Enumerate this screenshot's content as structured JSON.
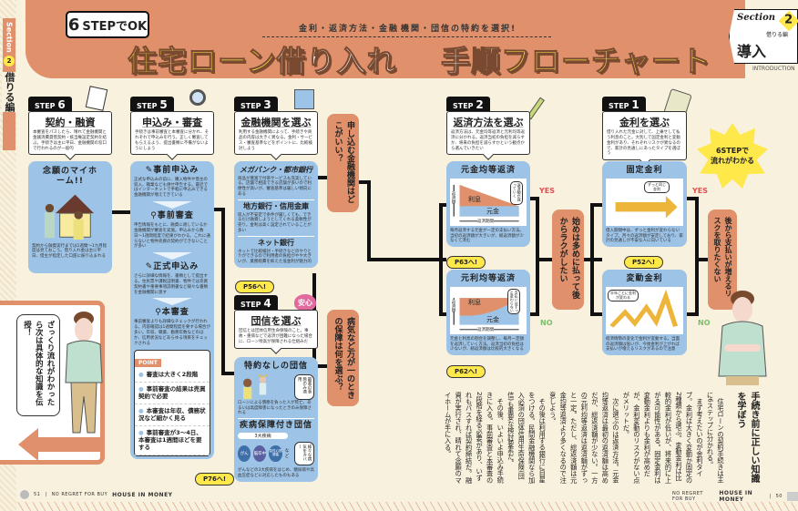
{
  "side_tab": {
    "section": "Section",
    "number": "2",
    "label": "借りる編"
  },
  "header": {
    "badge_num": "6",
    "badge_text": "STEPでOK",
    "subtitle_left": "金利・返済方法・金融",
    "subtitle_right": "機関・団信の特約を選択!",
    "title_left_highlight": "住宅ローン",
    "title_left": "借り入れ",
    "title_right": "手順",
    "title_right_highlight": "フローチャート",
    "section_badge": {
      "label": "Section",
      "number": "2",
      "sub": "借りる編",
      "title": "導入",
      "en": "INTRODUCTION"
    }
  },
  "star": {
    "line1": "6STEPで",
    "line2": "流れがわかる"
  },
  "steps": [
    {
      "tab": "STEP",
      "num": "6",
      "title": "契約・融資",
      "desc": "本審査をパスしたら、晴れて金融機関と金銭消費貸借契約・抵当権設定契約を結ぶ。手続きは主に平日、金融機関の窓口で行われるのが一般的",
      "card_title": "念願のマイホーム!!",
      "card_text": "契約から融資実行までは1週間〜1カ月程度は見ておこう。借り入れ金は主に平日、借主が指定した口座に振り込まれる"
    },
    {
      "tab": "STEP",
      "num": "5",
      "title": "申込み・審査",
      "desc": "手続きは事前審査と本審査に分かれ、それぞれで申込みを行う。正しく審査してもらえるよう、提出書類に不備がないようにしよう",
      "stages": [
        {
          "title": "事前申込み",
          "text": "正式な申込みの前に、購入物件や借主の収入、職業なども併せ申告する。最近ではインターネットで手軽に申込みできる金融機関が増えてきている"
        },
        {
          "title": "事前審査",
          "text": "申告情報をもとに、融資に適しているか金融機関が審査を実施。申込みから数日〜1週間程度で結果がわかる。これに通らないと物件売買の契約ができないことが多い"
        },
        {
          "title": "正式申込み",
          "text": "さらに詳細な情報を、書類として提出する。住民票や課税証明書、物件では売買契約書や重要事項説明書など様々な書類を金融機関に渡す"
        },
        {
          "title": "本審査",
          "text": "事前審査よりも詳細なチェックが行われる。内容確認は1週間程度を要する場合が多い。年収、職業、勤務年数などのほか、信用状況などあらゆる項目をチェックされる"
        }
      ],
      "point_label": "POINT",
      "points": [
        "審査は大きく2段階",
        "事前審査の結果は売買契約で必要",
        "本審査は年収、債務状況など細かく見る",
        "事前審査が3〜4日、本審査は1週間ほどを要する"
      ],
      "ref": "P76へ!"
    },
    {
      "tab": "STEP",
      "num": "3",
      "title": "金融機関を選ぶ",
      "desc": "利用する金融機関によって、手続きや商品の内容は大きく異なる。金利・サービス・審査基準などをポイントに、比較検討しよう",
      "options": [
        {
          "title": "メガバンク・都市銀行",
          "text": "商品が豊富で付帯サービスも充実している。店舗で相談できる店舗が多いので利便性が高いが、審査基準は厳しい傾向にある"
        },
        {
          "title": "地方銀行・信用金庫",
          "text": "収入が不安定で条件が厳しくても、できるだけ融資しようとしてくれる柔軟性が売り。金利は高く設定されていることが多い"
        },
        {
          "title": "ネット銀行",
          "text": "ネットで比較検討・手続きなどのやりとりができるので利用者の負担がやや大きいが、業務経費を抑えた低金利が魅力的"
        }
      ],
      "ref": "P56へ!"
    },
    {
      "tab": "STEP",
      "num": "4",
      "title": "団信を選ぶ",
      "badge": "安心",
      "desc": "団信とは団体信用生命保険のこと。事故・重病などで返済が困難になった場合に、ローン残高が保障される仕組みだ",
      "options": [
        {
          "title": "特約なしの団信",
          "bubble": "最悪の事態のみ適用",
          "text": "ローンによる債務を負った人が死亡、あるいは高度障害になったときのみ保障される"
        },
        {
          "title": "疾病保障付き団信",
          "bubble": "様々な病気をカバー",
          "label": "3大疾病",
          "diseases": [
            "がん",
            "脳卒中",
            "急性心筋梗塞"
          ],
          "etc": "など",
          "text": "がんなどの3大疾病をはじめ、糖尿病や高血圧症などに対応したものもある"
        }
      ]
    },
    {
      "tab": "STEP",
      "num": "2",
      "title": "返済方法を選ぶ",
      "desc": "返済方法は、元金均等返済と元利均等返済に分かれる。返済当初の負担を減らすか、将来の負担を減らすかという観点から選んでいきたい",
      "options": [
        {
          "title": "元金均等返済",
          "bubble": "返済額が減っていく",
          "interest": "利息",
          "principal": "元金",
          "y_label": "返済額",
          "x_label": "返済期間",
          "text": "毎月返済する元金が一定の支払い方法。当初の返済額が大きいが、総返済額が少なくて済む",
          "ref": "P63へ!"
        },
        {
          "title": "元利均等返済",
          "bubble": "支払いはずっと変わらない",
          "interest": "利息",
          "principal": "元金",
          "y_label": "返済額",
          "x_label": "返済期間",
          "text": "元金と利息の割合を調整し、毎月一定額を返済していく方法。返済当初の負担は少ないが、総返済額は比較的大きくなる",
          "ref": "P62へ!"
        }
      ]
    },
    {
      "tab": "STEP",
      "num": "1",
      "title": "金利を選ぶ",
      "desc": "借り入れた元金に対して、上乗せして払う利息のこと。大別して固定金利と変動金利があり、それぞれリスクが異なるので、家計の見通しにあったタイプを選ぼう",
      "options": [
        {
          "title": "固定金利",
          "bubble": "ずっと同じ金利",
          "text": "借入期間中は、ずっと金利が変わらないタイプ。月々の返済額が安定しており、家計の見通しが不安な人に向いている",
          "ref": "P52へ!"
        },
        {
          "title": "変動金利",
          "bubble": "半年ごとに金利が変わる",
          "text": "経済情勢の変化で金利が変動する。当面の返済額は低いが、今後金利が上がれば支払いが増えるリスクがあるので注意"
        }
      ]
    }
  ],
  "questions": {
    "bank": "申し込む金融機関はどこがいい？",
    "insurance": "病気など万が一のときの保障は何を選ぶ？",
    "repay": "始めは多めに払って後からラクがしたい",
    "rate": "後から支払いが増えるリスクを取りたくない"
  },
  "answers": {
    "yes": "YES",
    "no": "NO"
  },
  "left_box": {
    "speech": "ざっくり流れがわかったら次は具体的な知識を伝授！"
  },
  "article": {
    "heading": "手続き前に正しい知識を学ぼう",
    "paragraphs": [
      "住宅ローンの契約手続きは主に6ステップに分かれる。",
      "まず考えたいのが金利タイプ。金利は大きく変動か固定の2種類から選ぶ。変動金利は比較的金利が低いが、将来的に上がる可能性がある。固定金利は変動金利よりも金利が高めだが、金利変動のリスクがない点がメリットだ。",
      "次に選ぶのは返済方法。元金均等返済は最初の返済額は高めだが、総返済額が少ない。一方の元利均等返済は返済額がずっと一定。ただし、総返済額は元金均等返済より多くなるので注意しよう。",
      "その後は利用する銀行に目星をつける。民間金融機関なら加入必須の団体信用生命保険(団信)も重要な検討要素だ。",
      "その後、いよいよ申込み手続きに入る。事前審査と本審査の2段階を経る必要があり、いずれもパスすれば契約締結だ。融資が実行され、晴れて念願のマイホームが手に入る。"
    ]
  },
  "footer": {
    "left_page": "51",
    "right_page": "50",
    "tagline": "NO REGRET FOR BUY",
    "brand": "HOUSE IN MONEY"
  },
  "colors": {
    "accent": "#E0916B",
    "card": "#9DC3E6",
    "highlight": "#FFE84A",
    "background": "#F8F1DE"
  }
}
